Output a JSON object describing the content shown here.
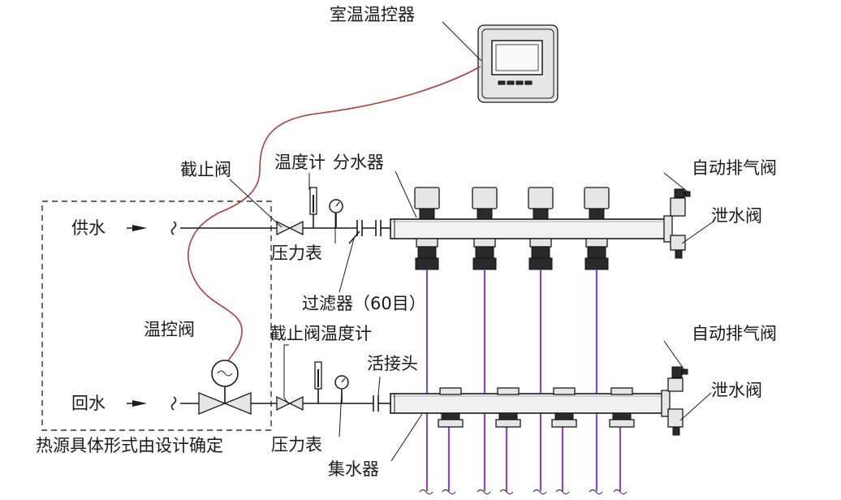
{
  "labels": {
    "thermostat": "室温温控器",
    "shutoff_valve_top": "截止阀",
    "thermometer_top": "温度计",
    "distributor": "分水器",
    "auto_vent_top": "自动排气阀",
    "drain_valve_top": "泄水阀",
    "supply": "供水",
    "pressure_gauge_top": "压力表",
    "filter": "过滤器（60目）",
    "thermo_valve": "温控阀",
    "shutoff_thermometer_bottom": "截止阀温度计",
    "union": "活接头",
    "auto_vent_bottom": "自动排气阀",
    "drain_valve_bottom": "泄水阀",
    "return": "回水",
    "heat_source_note": "热源具体形式由设计确定",
    "pressure_gauge_bottom": "压力表",
    "collector": "集水器"
  },
  "colors": {
    "line": "#1a1a1a",
    "floor_pipe": "#8a44c8",
    "control_wire": "#b13c3c"
  },
  "icons": {
    "flow_in": "arrow-right-icon",
    "break": "pipe-break-icon",
    "valve": "shutoff-valve-icon",
    "gauge": "pressure-gauge-icon"
  }
}
